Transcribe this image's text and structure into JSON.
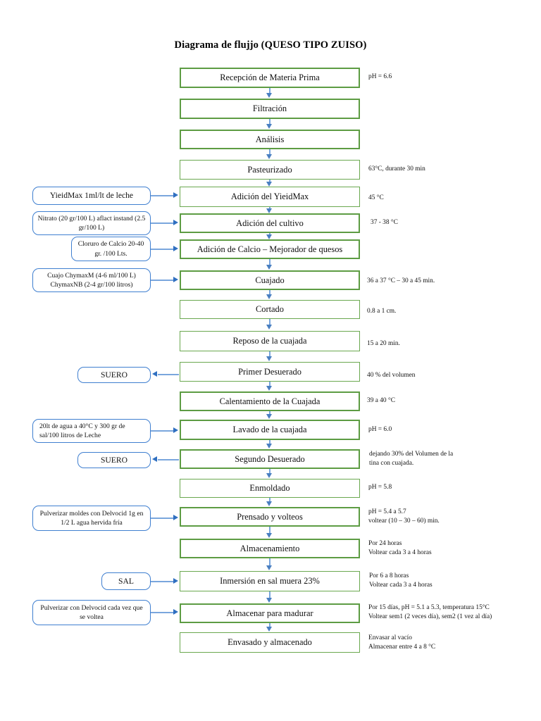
{
  "document": {
    "title": "Diagrama de flujjo (QUESO TIPO ZUISO)"
  },
  "colors": {
    "process_border": "#6aa84f",
    "note_border": "#3f7fd0",
    "connector": "#7aa6dd",
    "arrow_head": "#2f6fc0",
    "text": "#111111",
    "background": "#ffffff"
  },
  "chart_data": {
    "type": "diagram",
    "title": "Diagrama de flujjo (QUESO TIPO ZUISO)",
    "orientation": "vertical-top-to-bottom",
    "node_count": 19
  },
  "process_steps": [
    {
      "id": "recepcion",
      "label": "Recepción de Materia Prima"
    },
    {
      "id": "filtracion",
      "label": "Filtración"
    },
    {
      "id": "analisis",
      "label": "Análisis"
    },
    {
      "id": "pasteurizado",
      "label": "Pasteurizado"
    },
    {
      "id": "yieidmax",
      "label": "Adición del YieidMax"
    },
    {
      "id": "cultivo",
      "label": "Adición del cultivo"
    },
    {
      "id": "calcio",
      "label": "Adición de Calcio – Mejorador de quesos"
    },
    {
      "id": "cuajado",
      "label": "Cuajado"
    },
    {
      "id": "cortado",
      "label": "Cortado"
    },
    {
      "id": "reposo",
      "label": "Reposo de la cuajada"
    },
    {
      "id": "desuerado1",
      "label": "Primer Desuerado"
    },
    {
      "id": "calentamiento",
      "label": "Calentamiento de la Cuajada"
    },
    {
      "id": "lavado",
      "label": "Lavado de la cuajada"
    },
    {
      "id": "desuerado2",
      "label": "Segundo Desuerado"
    },
    {
      "id": "enmoldado",
      "label": "Enmoldado"
    },
    {
      "id": "prensado",
      "label": "Prensado y volteos"
    },
    {
      "id": "almacenamiento",
      "label": "Almacenamiento"
    },
    {
      "id": "inmersion",
      "label": "Inmersión en sal muera 23%"
    },
    {
      "id": "madurar",
      "label": "Almacenar para madurar"
    },
    {
      "id": "envasado",
      "label": "Envasado y almacenado"
    }
  ],
  "input_notes": [
    {
      "id": "note-yieidmax",
      "text": "YieidMax 1ml/lt de leche",
      "direction": "right"
    },
    {
      "id": "note-nitrato",
      "text": "Nitrato (20 gr/100 L)\naflact instand (2.5 gr/100 L)",
      "direction": "right"
    },
    {
      "id": "note-cloruro",
      "text": "Cloruro de Calcio\n20-40 gr. /100 Lts.",
      "direction": "right"
    },
    {
      "id": "note-cuajo",
      "text": "Cuajo ChymaxM (4-6 ml/100 L)\nChymaxNB (2-4 gr/100 litros)",
      "direction": "right"
    },
    {
      "id": "note-suero-1",
      "text": "SUERO",
      "direction": "left"
    },
    {
      "id": "note-agua-sal",
      "text": "20lt de agua a 40°C y\n300 gr de sal/100 litros de Leche",
      "direction": "right"
    },
    {
      "id": "note-suero-2",
      "text": "SUERO",
      "direction": "left"
    },
    {
      "id": "note-delvocid-moldes",
      "text": "Pulverizar moldes con Delvocid\n1g en 1/2 L agua hervida fría",
      "direction": "right"
    },
    {
      "id": "note-sal",
      "text": "SAL",
      "direction": "right"
    },
    {
      "id": "note-delvocid-voltea",
      "text": "Pulverizar con Delvocid cada vez\nque se voltea",
      "direction": "right"
    }
  ],
  "right_annotations": [
    {
      "id": "ann-recepcion",
      "text": "pH = 6.6"
    },
    {
      "id": "ann-pasteurizado",
      "text": "63°C, durante 30 min"
    },
    {
      "id": "ann-yieidmax",
      "text": "45 °C"
    },
    {
      "id": "ann-cultivo",
      "text": "37 - 38 °C"
    },
    {
      "id": "ann-cuajado",
      "text": "36 a 37 °C – 30 a 45 min."
    },
    {
      "id": "ann-cortado",
      "text": "0.8 a 1 cm."
    },
    {
      "id": "ann-reposo",
      "text": "15 a 20 min."
    },
    {
      "id": "ann-desuerado1",
      "text": "40 % del volumen"
    },
    {
      "id": "ann-calentamiento",
      "text": "39 a 40 °C"
    },
    {
      "id": "ann-lavado",
      "text": "pH = 6.0"
    },
    {
      "id": "ann-desuerado2",
      "text": "dejando 30% del Volumen de la\ntina con cuajada."
    },
    {
      "id": "ann-enmoldado",
      "text": "pH = 5.8"
    },
    {
      "id": "ann-prensado",
      "text": "pH = 5.4 a 5.7\nvoltear (10 – 30 – 60) min."
    },
    {
      "id": "ann-almacenamiento",
      "text": "Por 24 horas\nVoltear cada 3 a 4 horas"
    },
    {
      "id": "ann-inmersion",
      "text": "Por 6 a 8 horas\nVoltear cada 3 a 4 horas"
    },
    {
      "id": "ann-madurar",
      "text": "Por 15 días, pH = 5.1 a 5.3, temperatura 15°C\nVoltear sem1 (2 veces día), sem2 (1 vez al día)"
    },
    {
      "id": "ann-envasado",
      "text": "Envasar al vacío\nAlmacenar entre 4 a 8 °C"
    }
  ]
}
